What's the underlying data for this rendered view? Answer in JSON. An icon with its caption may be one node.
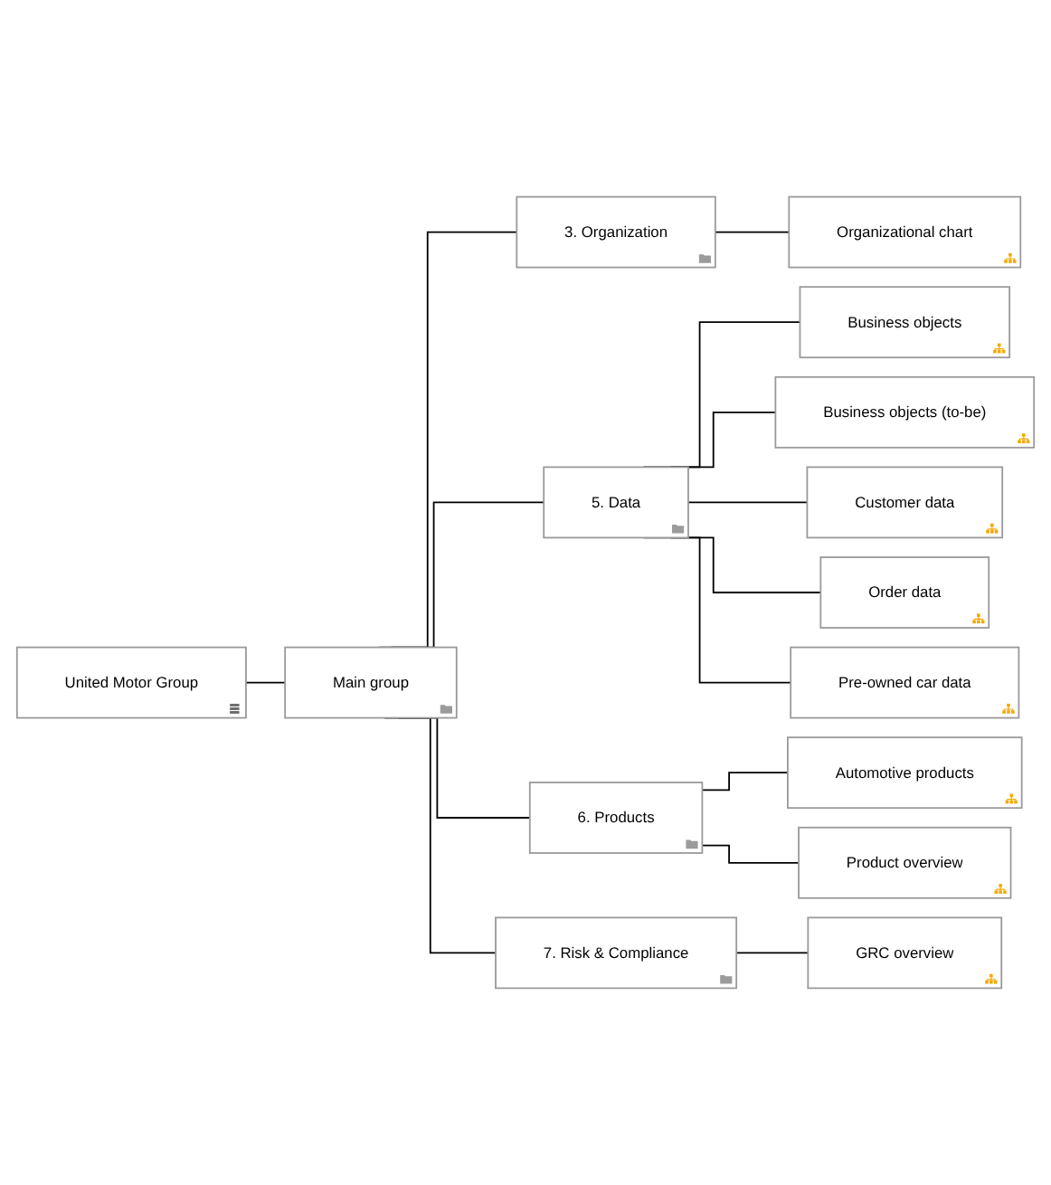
{
  "diagram": {
    "nodes": [
      {
        "text": [
          "United Motor Group"
        ]
      },
      {
        "text": [
          "Main group"
        ]
      },
      {
        "text": [
          "3. Organization"
        ]
      },
      {
        "text": [
          "Organizational chart"
        ]
      },
      {
        "text": [
          "5. Data"
        ]
      },
      {
        "text": [
          "Business objects"
        ]
      },
      {
        "text": [
          "Business objects (to-be)"
        ]
      },
      {
        "text": [
          "Customer data"
        ]
      },
      {
        "text": [
          "Order data"
        ]
      },
      {
        "text": [
          "Pre-owned car data"
        ]
      },
      {
        "text": [
          "6. Products"
        ]
      },
      {
        "text": [
          "Automotive products"
        ]
      },
      {
        "text": [
          "Product overview"
        ]
      },
      {
        "text": [
          "7. Risk & Compliance"
        ]
      },
      {
        "text": [
          "GRC overview"
        ]
      }
    ],
    "edges": [
      {
        "from": 0,
        "to": 1,
        "arrow": "none"
      },
      {
        "from": 1,
        "to": 2,
        "arrow": "none"
      },
      {
        "from": 2,
        "to": 3,
        "arrow": "none"
      },
      {
        "from": 1,
        "to": 4,
        "arrow": "none"
      },
      {
        "from": 4,
        "to": 5,
        "arrow": "none"
      },
      {
        "from": 4,
        "to": 6,
        "arrow": "none"
      },
      {
        "from": 4,
        "to": 7,
        "arrow": "none"
      },
      {
        "from": 4,
        "to": 8,
        "arrow": "none"
      },
      {
        "from": 4,
        "to": 9,
        "arrow": "none"
      },
      {
        "from": 1,
        "to": 10,
        "arrow": "none"
      },
      {
        "from": 10,
        "to": 11,
        "arrow": "none"
      },
      {
        "from": 10,
        "to": 12,
        "arrow": "none"
      },
      {
        "from": 1,
        "to": 13,
        "arrow": "none"
      },
      {
        "from": 13,
        "to": 14,
        "arrow": "none"
      }
    ]
  }
}
